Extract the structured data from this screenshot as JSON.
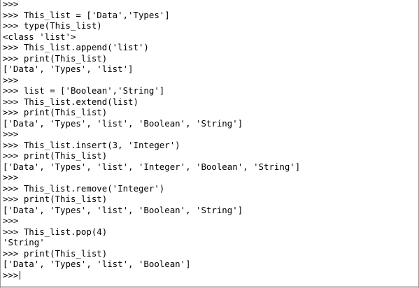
{
  "console": {
    "lines": [
      ">>>",
      ">>> This_list = ['Data','Types']",
      ">>> type(This_list)",
      "<class 'list'>",
      ">>> This_list.append('list')",
      ">>> print(This_list)",
      "['Data', 'Types', 'list']",
      ">>>",
      ">>> list = ['Boolean','String']",
      ">>> This_list.extend(list)",
      ">>> print(This_list)",
      "['Data', 'Types', 'list', 'Boolean', 'String']",
      ">>>",
      ">>> This_list.insert(3, 'Integer')",
      ">>> print(This_list)",
      "['Data', 'Types', 'list', 'Integer', 'Boolean', 'String']",
      ">>>",
      ">>> This_list.remove('Integer')",
      ">>> print(This_list)",
      "['Data', 'Types', 'list', 'Boolean', 'String']",
      ">>>",
      ">>> This_list.pop(4)",
      "'String'",
      ">>> print(This_list)",
      "['Data', 'Types', 'list', 'Boolean']",
      ">>>"
    ]
  }
}
